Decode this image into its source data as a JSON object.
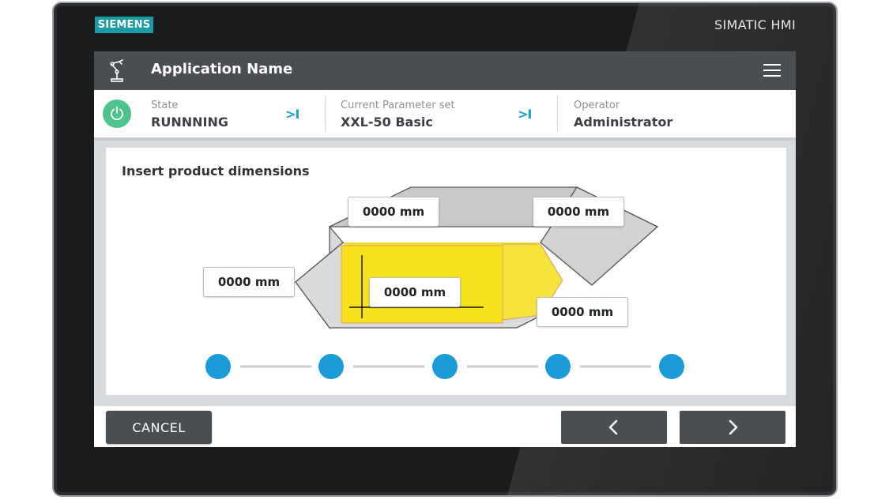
{
  "device": {
    "brand": "SIEMENS",
    "model": "SIMATIC HMI"
  },
  "header": {
    "app_title": "Application Name",
    "app_icon": "robot-arm-icon",
    "menu_icon": "hamburger-menu-icon"
  },
  "status": {
    "state_label": "State",
    "state_value": "RUNNNING",
    "parameter_label": "Current Parameter set",
    "parameter_value": "XXL-50 Basic",
    "operator_label": "Operator",
    "operator_value": "Administrator",
    "jump_symbol": ">I"
  },
  "main": {
    "title": "Insert product dimensions",
    "dimensions": [
      "0000 mm",
      "0000 mm",
      "0000 mm",
      "0000 mm",
      "0000 mm"
    ],
    "steps": {
      "total": 5
    }
  },
  "footer": {
    "cancel_label": "CANCEL"
  },
  "colors": {
    "accent_teal": "#1c9aa6",
    "state_green": "#4cc28c",
    "step_blue": "#1b9cd8",
    "product_yellow": "#f6e21a",
    "dark_gray": "#4a4d52"
  }
}
